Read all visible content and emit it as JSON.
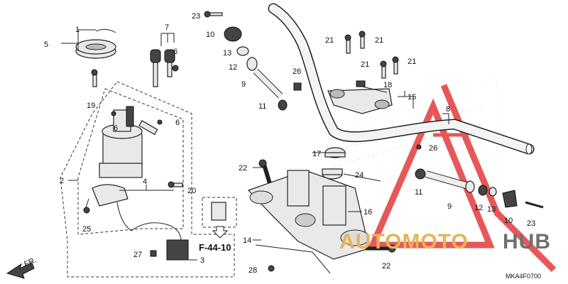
{
  "callouts": [
    {
      "id": "c1",
      "text": "1"
    },
    {
      "id": "c2",
      "text": "2"
    },
    {
      "id": "c3",
      "text": "3"
    },
    {
      "id": "c4",
      "text": "4"
    },
    {
      "id": "c5",
      "text": "5"
    },
    {
      "id": "c6a",
      "text": "6"
    },
    {
      "id": "c6b",
      "text": "6"
    },
    {
      "id": "c6c",
      "text": "6"
    },
    {
      "id": "c7",
      "text": "7"
    },
    {
      "id": "c8",
      "text": "8"
    },
    {
      "id": "c9a",
      "text": "9"
    },
    {
      "id": "c9b",
      "text": "9"
    },
    {
      "id": "c10a",
      "text": "10"
    },
    {
      "id": "c10b",
      "text": "10"
    },
    {
      "id": "c11a",
      "text": "11"
    },
    {
      "id": "c11b",
      "text": "11"
    },
    {
      "id": "c12a",
      "text": "12"
    },
    {
      "id": "c12b",
      "text": "12"
    },
    {
      "id": "c13a",
      "text": "13"
    },
    {
      "id": "c13b",
      "text": "13"
    },
    {
      "id": "c14",
      "text": "14"
    },
    {
      "id": "c15",
      "text": "15"
    },
    {
      "id": "c16",
      "text": "16"
    },
    {
      "id": "c17",
      "text": "17"
    },
    {
      "id": "c18",
      "text": "18"
    },
    {
      "id": "c19",
      "text": "19"
    },
    {
      "id": "c20",
      "text": "20"
    },
    {
      "id": "c21a",
      "text": "21"
    },
    {
      "id": "c21b",
      "text": "21"
    },
    {
      "id": "c21c",
      "text": "21"
    },
    {
      "id": "c21d",
      "text": "21"
    },
    {
      "id": "c22a",
      "text": "22"
    },
    {
      "id": "c22b",
      "text": "22"
    },
    {
      "id": "c23a",
      "text": "23"
    },
    {
      "id": "c23b",
      "text": "23"
    },
    {
      "id": "c24",
      "text": "24"
    },
    {
      "id": "c25",
      "text": "25"
    },
    {
      "id": "c26a",
      "text": "26"
    },
    {
      "id": "c26b",
      "text": "26"
    },
    {
      "id": "c27",
      "text": "27"
    },
    {
      "id": "c28",
      "text": "28"
    }
  ],
  "reference_label": "F-44-10",
  "front_label": "FR.",
  "diagram_code": "MKA4F0700",
  "watermark": {
    "part1": "AUTOMOTO",
    "part2": "HUB",
    "triangle_color": "#e23b3b"
  }
}
